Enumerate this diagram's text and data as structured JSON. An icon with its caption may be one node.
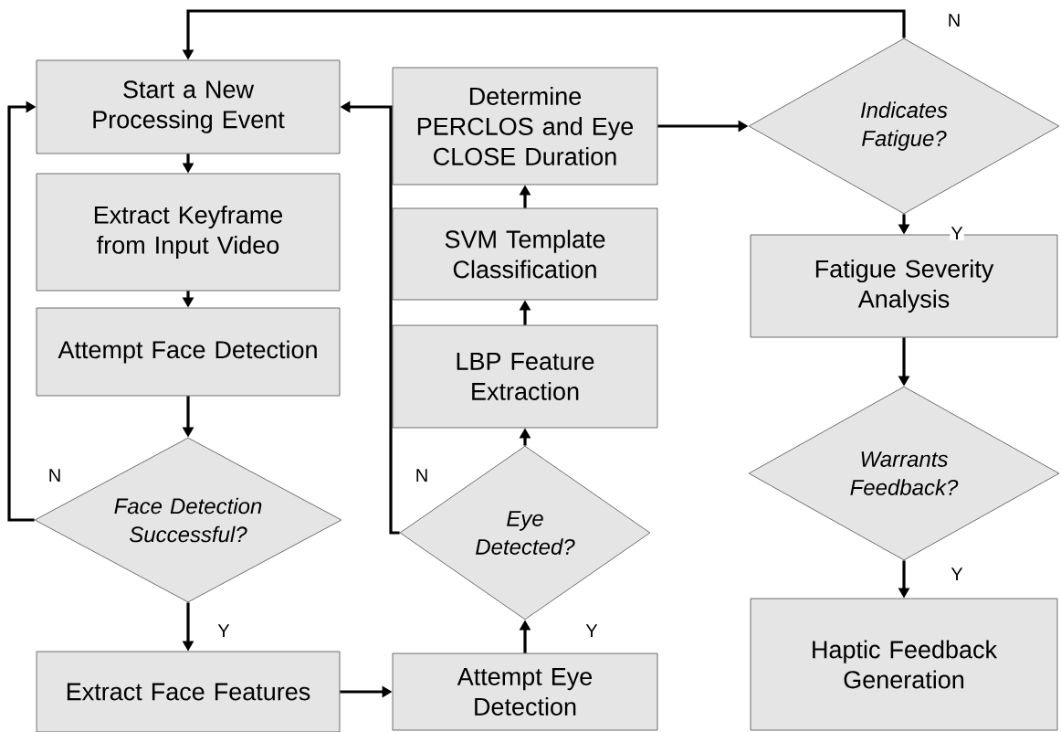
{
  "diagram": {
    "nodes": [
      {
        "text": [
          "Start a New Processing Event"
        ]
      },
      {
        "text": [
          "Extract Keyframe from Input Video"
        ]
      },
      {
        "text": [
          "Attempt Face Detection"
        ]
      },
      {
        "text": [
          "Face Detection Successful?"
        ]
      },
      {
        "text": [
          "Extract Face Features"
        ]
      },
      {
        "text": [
          "Attempt Eye Detection"
        ]
      },
      {
        "text": [
          "Eye Detected?"
        ]
      },
      {
        "text": [
          "LBP Feature Extraction"
        ]
      },
      {
        "text": [
          "SVM Template Classification"
        ]
      },
      {
        "text": [
          "Determine PERCLOS and Eye CLOSE Duration"
        ]
      },
      {
        "text": [
          "Indicates Fatigue?"
        ]
      },
      {
        "text": [
          "Fatigue Severity Analysis"
        ]
      },
      {
        "text": [
          "Warrants Feedback?"
        ]
      },
      {
        "text": [
          "Haptic Feedback Generation"
        ]
      }
    ],
    "edges": [
      {
        "from": 0,
        "to": 1,
        "arrow": "to"
      },
      {
        "from": 1,
        "to": 2,
        "arrow": "to"
      },
      {
        "from": 2,
        "to": 3,
        "arrow": "to"
      },
      {
        "from": 3,
        "to": 0,
        "arrow": "to",
        "label": "N"
      },
      {
        "from": 3,
        "to": 4,
        "arrow": "to",
        "label": "Y"
      },
      {
        "from": 4,
        "to": 5,
        "arrow": "to"
      },
      {
        "from": 5,
        "to": 6,
        "arrow": "to",
        "label": "Y"
      },
      {
        "from": 6,
        "to": 0,
        "arrow": "to",
        "label": "N"
      },
      {
        "from": 6,
        "to": 7,
        "arrow": "to"
      },
      {
        "from": 7,
        "to": 8,
        "arrow": "to"
      },
      {
        "from": 8,
        "to": 9,
        "arrow": "to"
      },
      {
        "from": 9,
        "to": 10,
        "arrow": "to"
      },
      {
        "from": 10,
        "to": 0,
        "arrow": "to",
        "label": "N"
      },
      {
        "from": 10,
        "to": 11,
        "arrow": "to",
        "label": "Y"
      },
      {
        "from": 11,
        "to": 12,
        "arrow": "to"
      },
      {
        "from": 12,
        "to": 13,
        "arrow": "to",
        "label": "Y"
      }
    ]
  }
}
